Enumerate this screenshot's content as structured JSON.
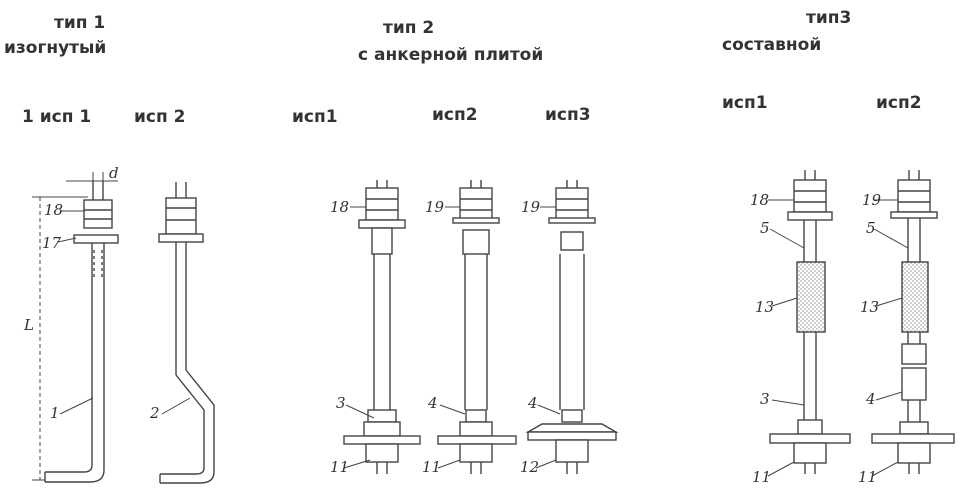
{
  "headers": {
    "type1": {
      "title": "тип 1",
      "subtitle": "изогнутый"
    },
    "type2": {
      "title": "тип 2",
      "subtitle": "с анкерной плитой"
    },
    "type3": {
      "title": "тип3",
      "subtitle": "составной"
    }
  },
  "variants": {
    "t1_v1": "1 исп 1",
    "t1_v2": "исп 2",
    "t2_v1": "исп1",
    "t2_v2": "исп2",
    "t2_v3": "исп3",
    "t3_v1": "исп1",
    "t3_v2": "исп2"
  },
  "dimensions": {
    "d": "d",
    "L": "L"
  },
  "callouts": {
    "t1v1": [
      "18",
      "17",
      "1"
    ],
    "t1v2": [
      "2"
    ],
    "t2v1": [
      "18",
      "3",
      "11"
    ],
    "t2v2": [
      "19",
      "4",
      "11"
    ],
    "t2v3": [
      "19",
      "4",
      "12"
    ],
    "t3v1": [
      "18",
      "5",
      "13",
      "3",
      "11"
    ],
    "t3v2": [
      "19",
      "5",
      "13",
      "4",
      "11"
    ]
  }
}
